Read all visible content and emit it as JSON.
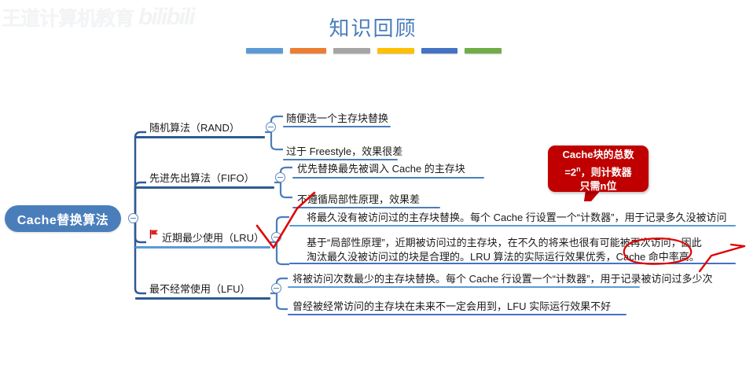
{
  "watermark": {
    "text": "王道计算机教育",
    "logo": "bilibili"
  },
  "slide": {
    "title": "知识回顾",
    "bar_colors": [
      "#5b9bd5",
      "#ed7d31",
      "#a5a5a5",
      "#ffc000",
      "#4472c4",
      "#70ad47"
    ]
  },
  "mindmap": {
    "root": {
      "label": "Cache替换算法",
      "color": "#4a7ebb"
    },
    "branches": [
      {
        "label": "随机算法（RAND）",
        "has_flag": false,
        "leaves": [
          "随便选一个主存块替换",
          "过于 Freestyle，效果很差"
        ]
      },
      {
        "label": "先进先出算法（FIFO）",
        "has_flag": false,
        "leaves": [
          "优先替换最先被调入 Cache 的主存块",
          "不遵循局部性原理，效果差"
        ]
      },
      {
        "label": "近期最少使用（LRU）",
        "has_flag": true,
        "leaves": [
          "将最久没有被访问过的主存块替换。每个 Cache 行设置一个“计数器”，用于记录多久没被访问",
          "基于“局部性原理”，近期被访问过的主存块，在不久的将来也很有可能被再次访问，因此",
          "淘汰最久没被访问过的块是合理的。LRU 算法的实际运行效果优秀，Cache 命中率高。"
        ]
      },
      {
        "label": "最不经常使用（LFU）",
        "has_flag": false,
        "leaves": [
          "将被访问次数最少的主存块替换。每个 Cache 行设置一个“计数器”，用于记录被访问过多少次",
          "曾经被经常访问的主存块在未来不一定会用到，LFU 实际运行效果不好"
        ]
      }
    ]
  },
  "callout": {
    "line1": "Cache块的总数",
    "line2_a": "=2",
    "line2_sup": "n",
    "line2_b": "，则计数器",
    "line3": "只需n位",
    "bg_color": "#c00000"
  },
  "annotation": {
    "ink_color": "#e00000",
    "marks": [
      "check-mark-over-lru",
      "circle-around-cache-hit-rate",
      "arrow-from-right"
    ]
  }
}
